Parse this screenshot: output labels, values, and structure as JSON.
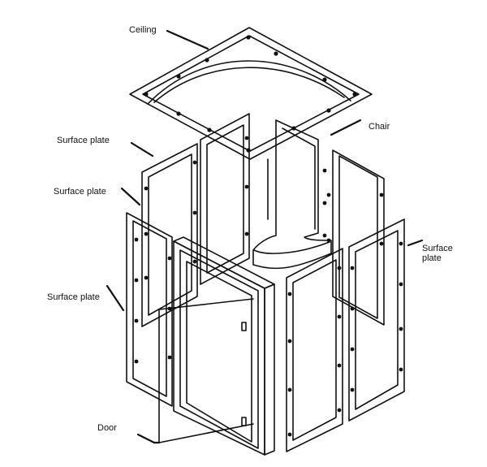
{
  "labels": {
    "ceiling": "Ceiling",
    "chair": "Chair",
    "surface_plate": "Surface plate",
    "surface_plate_right_line1": "Surface",
    "surface_plate_right_line2": "plate",
    "door": "Door"
  },
  "colors": {
    "line": "#111111",
    "background": "#ffffff"
  }
}
